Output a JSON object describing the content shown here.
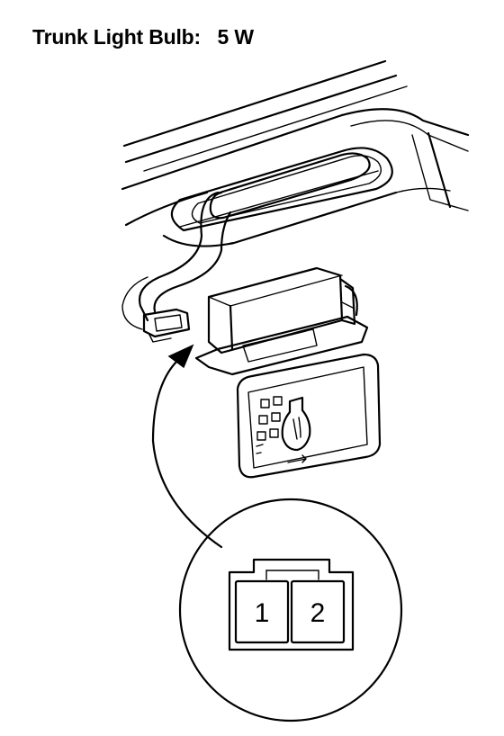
{
  "title": {
    "label": "Trunk Light Bulb:",
    "value": "5 W"
  },
  "connector": {
    "pins": [
      "1",
      "2"
    ]
  }
}
